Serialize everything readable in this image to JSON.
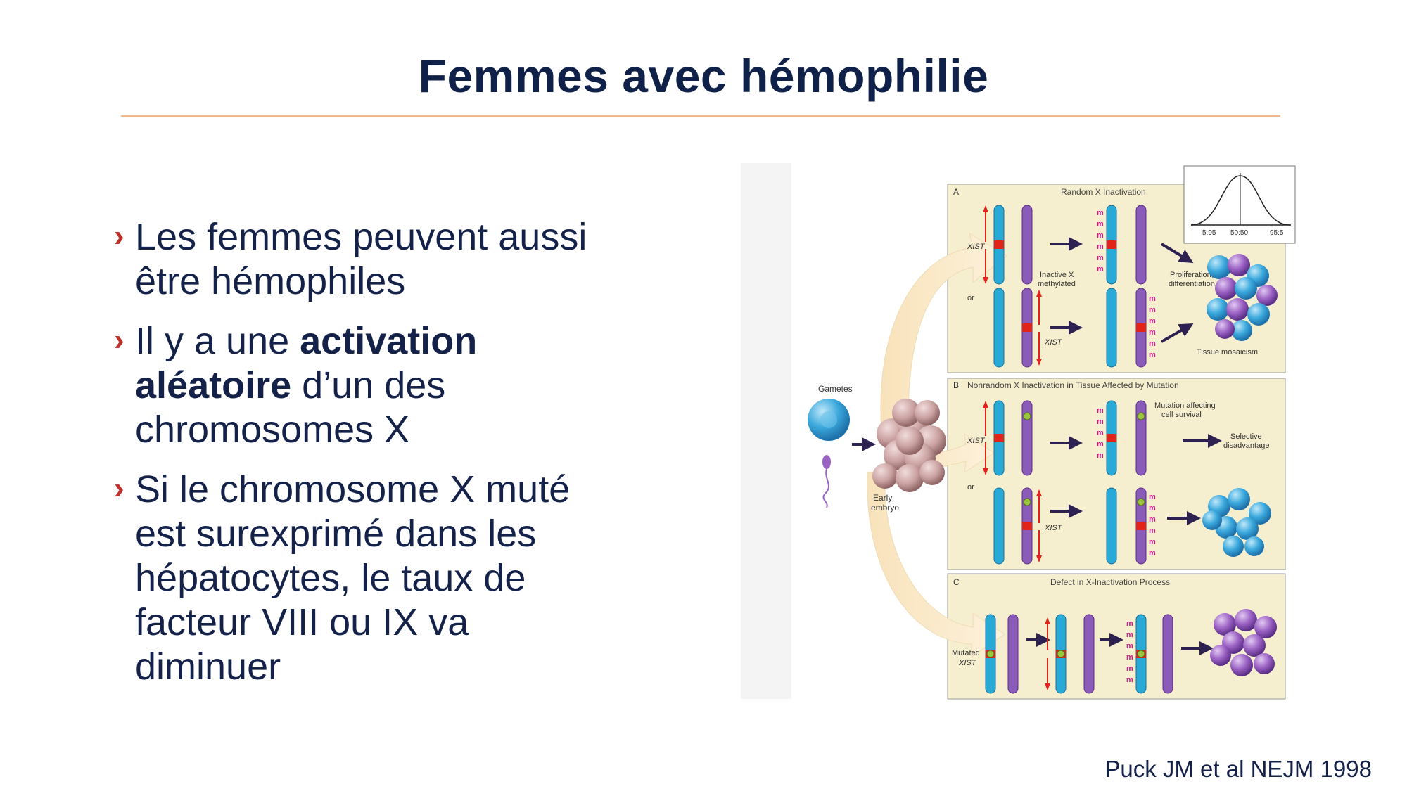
{
  "slide": {
    "title": "Femmes avec hémophilie",
    "bullets": [
      {
        "parts": [
          {
            "text": "Les femmes peuvent aussi être hémophiles",
            "bold": false
          }
        ]
      },
      {
        "parts": [
          {
            "text": "Il y a une ",
            "bold": false
          },
          {
            "text": "activation aléatoire",
            "bold": true
          },
          {
            "text": " d’un des chromosomes X",
            "bold": false
          }
        ]
      },
      {
        "parts": [
          {
            "text": "Si le chromosome X muté est surexprimé dans les hépatocytes, le taux de facteur VIII ou IX va diminuer",
            "bold": false
          }
        ]
      }
    ],
    "citation": "Puck JM et al NEJM 1998"
  },
  "figure": {
    "gametes_label": "Gametes",
    "embryo_label_1": "Early",
    "embryo_label_2": "embryo",
    "panel_a": {
      "letter": "A",
      "title": "Random X Inactivation",
      "or_label": "or",
      "xist": "XIST",
      "inactive_1": "Inactive X",
      "inactive_2": "methylated",
      "prolif_1": "Proliferation,",
      "prolif_2": "differentiation",
      "tissue": "Tissue mosaicism",
      "m": "m",
      "inset_ticks": [
        "5:95",
        "50:50",
        "95:5"
      ]
    },
    "panel_b": {
      "letter": "B",
      "title": "Nonrandom X Inactivation in Tissue Affected by Mutation",
      "or_label": "or",
      "xist": "XIST",
      "mutation_1": "Mutation affecting",
      "mutation_2": "cell survival",
      "selective_1": "Selective",
      "selective_2": "disadvantage"
    },
    "panel_c": {
      "letter": "C",
      "title": "Defect in X-Inactivation Process",
      "mutated_1": "Mutated",
      "mutated_2": "XIST"
    },
    "colors": {
      "cyan": "#29a9d6",
      "purple": "#8a5bb8",
      "red": "#e2231a",
      "magenta": "#d4168c",
      "panel_bg": "#f6efcf",
      "green": "#9bc53d"
    }
  }
}
